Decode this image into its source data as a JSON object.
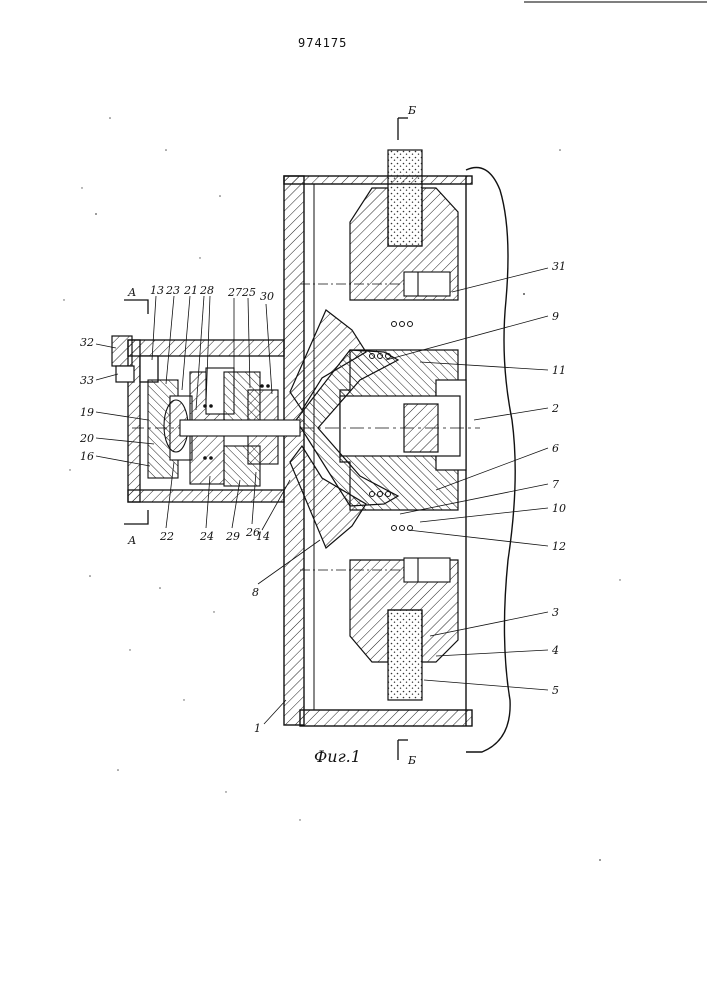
{
  "document_number": "974175",
  "figure_caption": "Фиг.1",
  "section_marks": {
    "a_top": "А",
    "a_bottom": "А",
    "b_top": "Б",
    "b_bottom": "Б"
  },
  "labels": {
    "n1": "1",
    "n2": "2",
    "n3": "3",
    "n4": "4",
    "n5": "5",
    "n6": "6",
    "n7": "7",
    "n8": "8",
    "n9": "9",
    "n10": "10",
    "n11": "11",
    "n12": "12",
    "n13": "13",
    "n14": "14",
    "n16": "16",
    "n19": "19",
    "n20": "20",
    "n21": "21",
    "n22": "22",
    "n23": "23",
    "n24": "24",
    "n25": "25",
    "n26": "26",
    "n27": "27",
    "n28": "28",
    "n29": "29",
    "n30": "30",
    "n31": "31",
    "n32": "32",
    "n33": "33"
  }
}
